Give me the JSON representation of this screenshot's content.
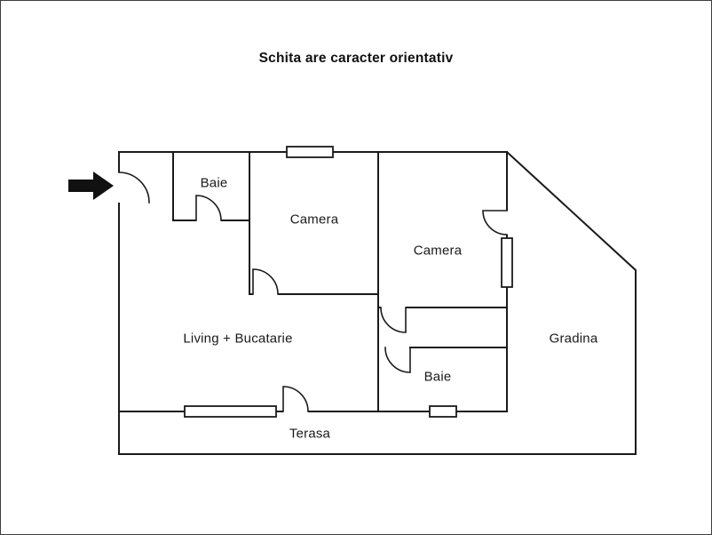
{
  "title": "Schita are caracter orientativ",
  "rooms": {
    "baie1": {
      "label": "Baie"
    },
    "camera1": {
      "label": "Camera"
    },
    "camera2": {
      "label": "Camera"
    },
    "gradina": {
      "label": "Gradina"
    },
    "living": {
      "label": "Living + Bucatarie"
    },
    "baie2": {
      "label": "Baie"
    },
    "terasa": {
      "label": "Terasa"
    }
  },
  "colors": {
    "wall": "#1a1a1a",
    "background": "#ffffff",
    "text": "#1a1a1a",
    "arrow": "#111111"
  }
}
